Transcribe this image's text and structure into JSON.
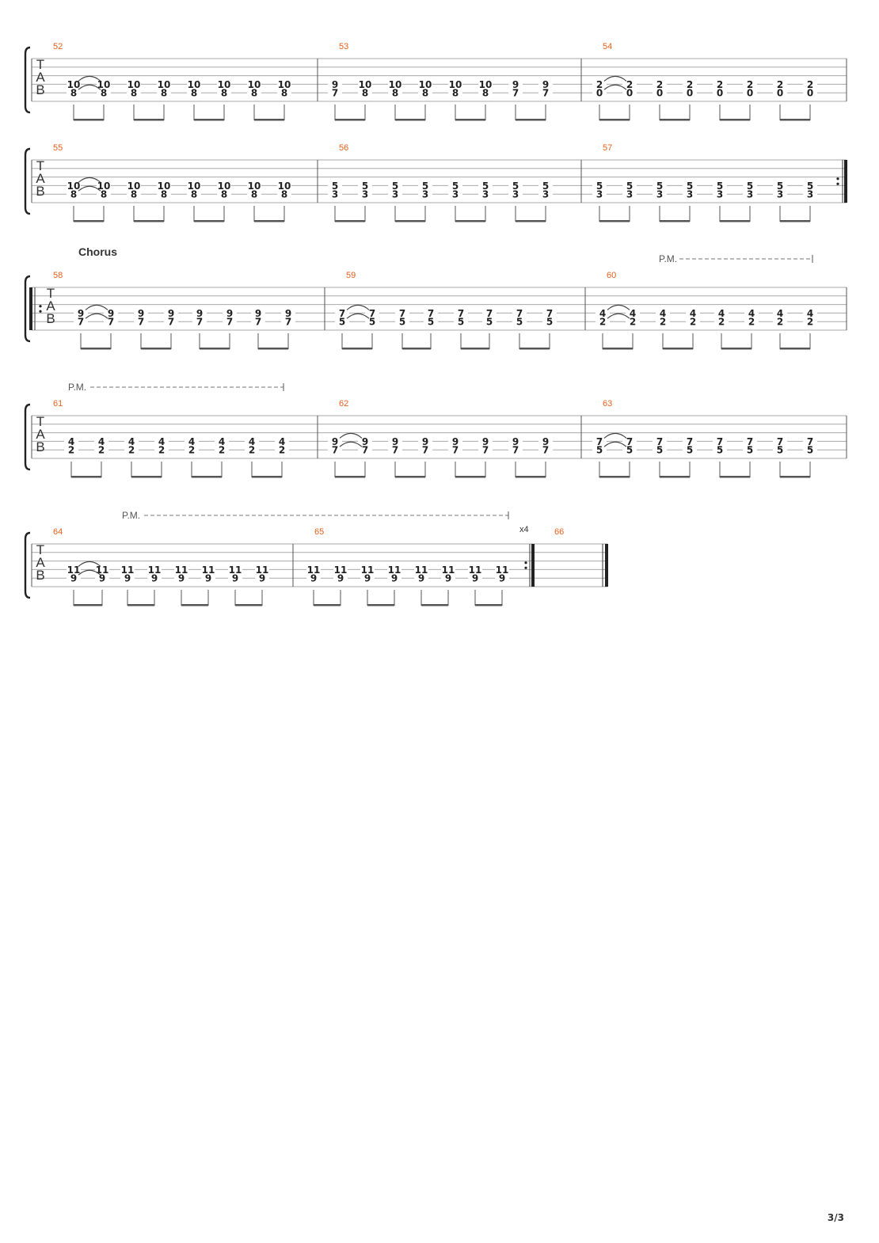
{
  "tab_clef": [
    "T",
    "A",
    "B"
  ],
  "page_number": "3/3",
  "systems": [
    {
      "measures": [
        {
          "number": "52",
          "beats": [
            [
              "10",
              "8"
            ],
            [
              "10",
              "8"
            ],
            [
              "10",
              "8"
            ],
            [
              "10",
              "8"
            ],
            [
              "10",
              "8"
            ],
            [
              "10",
              "8"
            ],
            [
              "10",
              "8"
            ],
            [
              "10",
              "8"
            ]
          ],
          "ties": [
            0
          ]
        },
        {
          "number": "53",
          "beats": [
            [
              "9",
              "7"
            ],
            [
              "10",
              "8"
            ],
            [
              "10",
              "8"
            ],
            [
              "10",
              "8"
            ],
            [
              "10",
              "8"
            ],
            [
              "10",
              "8"
            ],
            [
              "9",
              "7"
            ],
            [
              "9",
              "7"
            ]
          ]
        },
        {
          "number": "54",
          "beats": [
            [
              "2",
              "0"
            ],
            [
              "2",
              "0"
            ],
            [
              "2",
              "0"
            ],
            [
              "2",
              "0"
            ],
            [
              "2",
              "0"
            ],
            [
              "2",
              "0"
            ],
            [
              "2",
              "0"
            ],
            [
              "2",
              "0"
            ]
          ],
          "ties": [
            0
          ]
        }
      ]
    },
    {
      "end_repeat": true,
      "measures": [
        {
          "number": "55",
          "beats": [
            [
              "10",
              "8"
            ],
            [
              "10",
              "8"
            ],
            [
              "10",
              "8"
            ],
            [
              "10",
              "8"
            ],
            [
              "10",
              "8"
            ],
            [
              "10",
              "8"
            ],
            [
              "10",
              "8"
            ],
            [
              "10",
              "8"
            ]
          ],
          "ties": [
            0
          ]
        },
        {
          "number": "56",
          "beats": [
            [
              "5",
              "3"
            ],
            [
              "5",
              "3"
            ],
            [
              "5",
              "3"
            ],
            [
              "5",
              "3"
            ],
            [
              "5",
              "3"
            ],
            [
              "5",
              "3"
            ],
            [
              "5",
              "3"
            ],
            [
              "5",
              "3"
            ]
          ]
        },
        {
          "number": "57",
          "beats": [
            [
              "5",
              "3"
            ],
            [
              "5",
              "3"
            ],
            [
              "5",
              "3"
            ],
            [
              "5",
              "3"
            ],
            [
              "5",
              "3"
            ],
            [
              "5",
              "3"
            ],
            [
              "5",
              "3"
            ],
            [
              "5",
              "3"
            ]
          ]
        }
      ]
    },
    {
      "section": "Chorus",
      "start_repeat": true,
      "pm_label": "P.M.",
      "measures": [
        {
          "number": "58",
          "beats": [
            [
              "9",
              "7"
            ],
            [
              "9",
              "7"
            ],
            [
              "9",
              "7"
            ],
            [
              "9",
              "7"
            ],
            [
              "9",
              "7"
            ],
            [
              "9",
              "7"
            ],
            [
              "9",
              "7"
            ],
            [
              "9",
              "7"
            ]
          ],
          "ties": [
            0
          ]
        },
        {
          "number": "59",
          "beats": [
            [
              "7",
              "5"
            ],
            [
              "7",
              "5"
            ],
            [
              "7",
              "5"
            ],
            [
              "7",
              "5"
            ],
            [
              "7",
              "5"
            ],
            [
              "7",
              "5"
            ],
            [
              "7",
              "5"
            ],
            [
              "7",
              "5"
            ]
          ],
          "ties": [
            0
          ]
        },
        {
          "number": "60",
          "beats": [
            [
              "4",
              "2"
            ],
            [
              "4",
              "2"
            ],
            [
              "4",
              "2"
            ],
            [
              "4",
              "2"
            ],
            [
              "4",
              "2"
            ],
            [
              "4",
              "2"
            ],
            [
              "4",
              "2"
            ],
            [
              "4",
              "2"
            ]
          ],
          "ties": [
            0
          ]
        }
      ]
    },
    {
      "pm_label": "P.M.",
      "measures": [
        {
          "number": "61",
          "beats": [
            [
              "4",
              "2"
            ],
            [
              "4",
              "2"
            ],
            [
              "4",
              "2"
            ],
            [
              "4",
              "2"
            ],
            [
              "4",
              "2"
            ],
            [
              "4",
              "2"
            ],
            [
              "4",
              "2"
            ],
            [
              "4",
              "2"
            ]
          ]
        },
        {
          "number": "62",
          "beats": [
            [
              "9",
              "7"
            ],
            [
              "9",
              "7"
            ],
            [
              "9",
              "7"
            ],
            [
              "9",
              "7"
            ],
            [
              "9",
              "7"
            ],
            [
              "9",
              "7"
            ],
            [
              "9",
              "7"
            ],
            [
              "9",
              "7"
            ]
          ],
          "ties": [
            0
          ]
        },
        {
          "number": "63",
          "beats": [
            [
              "7",
              "5"
            ],
            [
              "7",
              "5"
            ],
            [
              "7",
              "5"
            ],
            [
              "7",
              "5"
            ],
            [
              "7",
              "5"
            ],
            [
              "7",
              "5"
            ],
            [
              "7",
              "5"
            ],
            [
              "7",
              "5"
            ]
          ],
          "ties": [
            0
          ]
        }
      ]
    },
    {
      "pm_label": "P.M.",
      "repeat_count": "x4",
      "measures": [
        {
          "number": "64",
          "beats": [
            [
              "11",
              "9"
            ],
            [
              "11",
              "9"
            ],
            [
              "11",
              "9"
            ],
            [
              "11",
              "9"
            ],
            [
              "11",
              "9"
            ],
            [
              "11",
              "9"
            ],
            [
              "11",
              "9"
            ],
            [
              "11",
              "9"
            ]
          ],
          "ties": [
            0
          ]
        },
        {
          "number": "65",
          "beats": [
            [
              "11",
              "9"
            ],
            [
              "11",
              "9"
            ],
            [
              "11",
              "9"
            ],
            [
              "11",
              "9"
            ],
            [
              "11",
              "9"
            ],
            [
              "11",
              "9"
            ],
            [
              "11",
              "9"
            ],
            [
              "11",
              "9"
            ]
          ]
        },
        {
          "number": "66",
          "beats": []
        }
      ]
    }
  ]
}
